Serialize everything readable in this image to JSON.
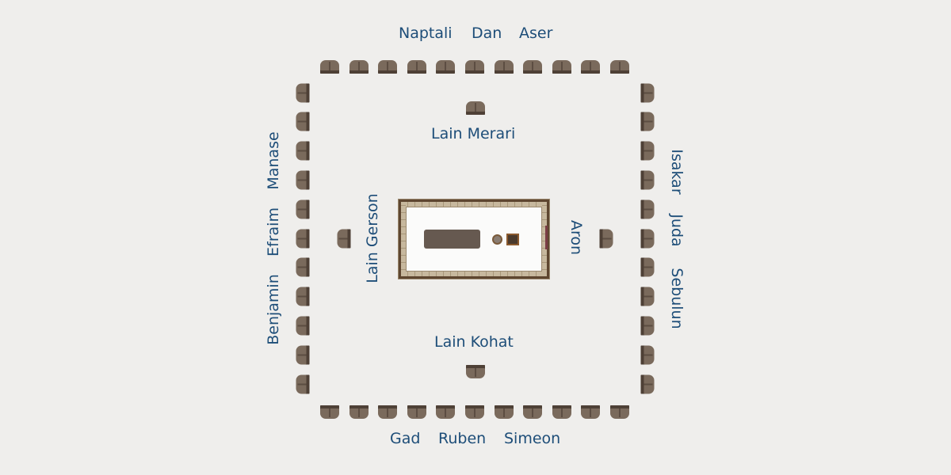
{
  "camps": {
    "north": [
      "Naptali",
      "Dan",
      "Aser"
    ],
    "south": [
      "Gad",
      "Ruben",
      "Simeon"
    ],
    "west": [
      "Benjamin",
      "Efraim",
      "Manase"
    ],
    "east": [
      "Isakar",
      "Juda",
      "Sebulun"
    ]
  },
  "levites": {
    "north": "Lain Merari",
    "south": "Lain Kohat",
    "west": "Lain Gerson",
    "east": "Aron"
  },
  "colors": {
    "label": "#1d4d78",
    "tent": "#7a6a5c",
    "background": "#efeeec"
  }
}
